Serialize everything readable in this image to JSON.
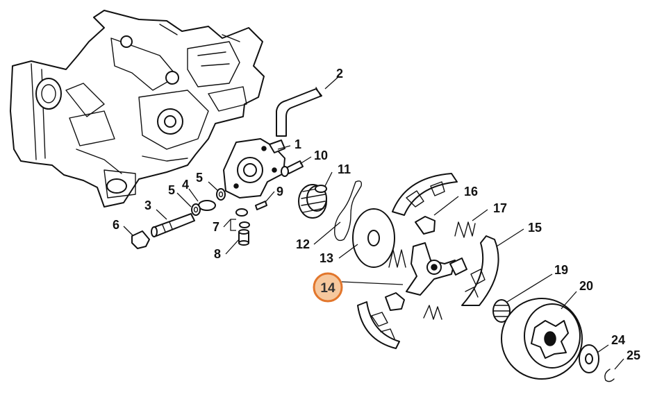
{
  "diagram": {
    "callouts": [
      {
        "id": "1",
        "label": "1"
      },
      {
        "id": "2",
        "label": "2"
      },
      {
        "id": "3",
        "label": "3"
      },
      {
        "id": "4",
        "label": "4"
      },
      {
        "id": "5a",
        "label": "5"
      },
      {
        "id": "5b",
        "label": "5"
      },
      {
        "id": "6",
        "label": "6"
      },
      {
        "id": "7",
        "label": "7"
      },
      {
        "id": "8",
        "label": "8"
      },
      {
        "id": "9",
        "label": "9"
      },
      {
        "id": "10",
        "label": "10"
      },
      {
        "id": "11",
        "label": "11"
      },
      {
        "id": "12",
        "label": "12"
      },
      {
        "id": "13",
        "label": "13"
      },
      {
        "id": "14",
        "label": "14"
      },
      {
        "id": "15",
        "label": "15"
      },
      {
        "id": "16",
        "label": "16"
      },
      {
        "id": "17",
        "label": "17"
      },
      {
        "id": "19",
        "label": "19"
      },
      {
        "id": "20",
        "label": "20"
      },
      {
        "id": "24",
        "label": "24"
      },
      {
        "id": "25",
        "label": "25"
      }
    ],
    "highlight": {
      "label": "14",
      "fill": "#f6c89e",
      "stroke": "#e2762c"
    }
  }
}
